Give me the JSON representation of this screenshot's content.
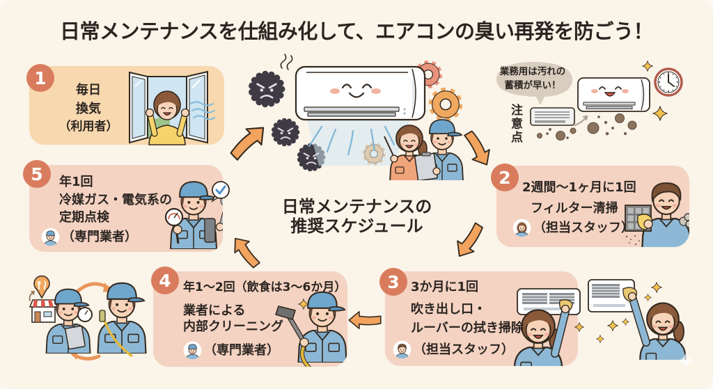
{
  "title": "日常メンテナンスを仕組み化して、エアコンの臭い再発を防ごう！",
  "center_caption": [
    "日常メンテナンスの",
    "推奨スケジュール"
  ],
  "steps": [
    {
      "number": "1",
      "frequency": "毎日",
      "task": [
        "換気"
      ],
      "role": "（利用者）",
      "avatar": null,
      "illustration": "person-opening-window"
    },
    {
      "number": "2",
      "frequency": "2週間〜1ヶ月に1回",
      "task": [
        "フィルター清掃"
      ],
      "role": "（担当スタッフ）",
      "avatar": "staff-woman-avatar",
      "illustration": "staff-cleaning-filter"
    },
    {
      "number": "3",
      "frequency": "3か月に1回",
      "task": [
        "吹き出し口・",
        "ルーバーの拭き掃除"
      ],
      "role": "（担当スタッフ）",
      "avatar": "staff-man-avatar",
      "illustration": "staff-wiping-louver"
    },
    {
      "number": "4",
      "frequency": "年1〜2回（飲食は3〜6か月）",
      "task": [
        "業者による",
        "内部クリーニング"
      ],
      "role": "（専門業者）",
      "avatar": "technician-avatar",
      "illustration": "technician-with-vacuum"
    },
    {
      "number": "5",
      "frequency": "年1回",
      "task": [
        "冷媒ガス・電気系の",
        "定期点検"
      ],
      "role": "（専門業者）",
      "avatar": "technician-avatar",
      "illustration": "technician-with-gauge-and-wrench"
    }
  ],
  "cycle_order": [
    "1",
    "2",
    "3",
    "4",
    "5"
  ],
  "callout": {
    "bubble": [
      "業務用は汚れの",
      "蓄積が早い！"
    ],
    "label": "注意点",
    "illustration": [
      "dirty-ac-unit",
      "happy-ac-unit",
      "clock-icon",
      "sparkle-icon",
      "dust-particles"
    ]
  },
  "illustrations": {
    "center": [
      "air-conditioner-mascot",
      "odor-germs",
      "gears",
      "staff-and-technician"
    ],
    "bottom_left": "technicians-visiting-restaurant",
    "bottom_right": "staff-polishing-ac"
  },
  "colors": {
    "background": "#FAF4E9",
    "step1_card": "#F8D8AE",
    "step_card": "#F4D3C3",
    "badge": "#D97C5D",
    "arrow": "#F2A35E",
    "text": "#2B2521"
  }
}
